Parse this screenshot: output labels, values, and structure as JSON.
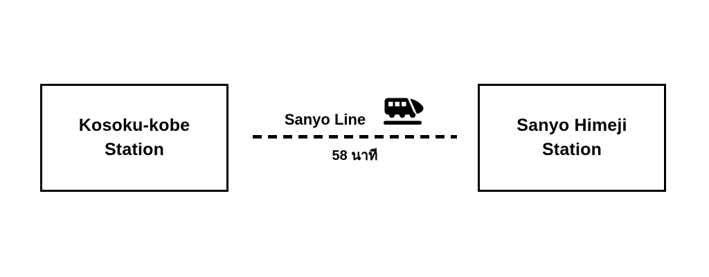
{
  "diagram": {
    "stations": [
      {
        "name": "Kosoku-kobe Station",
        "lines": [
          "Kosoku-kobe",
          "Station"
        ]
      },
      {
        "name": "Sanyo Himeji Station",
        "lines": [
          "Sanyo Himeji",
          "Station"
        ]
      }
    ],
    "connection": {
      "line_name": "Sanyo Line",
      "duration": "58 นาที",
      "icon": "bullet-train-icon",
      "line_style": "dashed"
    },
    "colors": {
      "foreground": "#000000",
      "background": "#ffffff"
    }
  }
}
